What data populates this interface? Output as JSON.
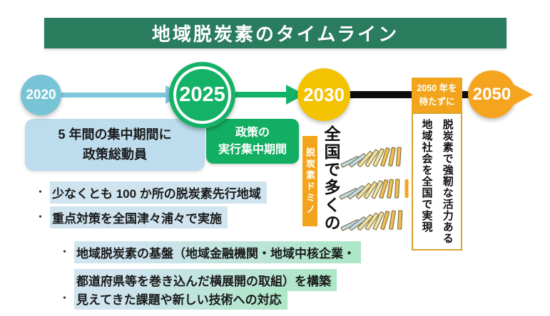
{
  "header": {
    "title": "地域脱炭素のタイムライン"
  },
  "timeline": {
    "years": [
      "2020",
      "2025",
      "2030",
      "2050"
    ],
    "skip_label_line1": "2050 年を",
    "skip_label_line2": "待たずに"
  },
  "period_boxes": {
    "blue_line1": "5 年間の集中期間に",
    "blue_line2": "政策総動員",
    "green_line1": "政策の",
    "green_line2": "実行集中期間"
  },
  "domino_section": {
    "strip_label": "脱炭素ドミノ",
    "caption": "全国で多くの"
  },
  "goal_box": {
    "text": "脱炭素で強靭な活力ある地域社会を全国で実現"
  },
  "bullets": {
    "item1": "少なくとも 100 か所の脱炭素先行地域",
    "item2": "重点対策を全国津々浦々で実施",
    "item3_line1": "地域脱炭素の基盤（地域金融機関・地域中核企業・",
    "item3_line2": "都道府県等を巻き込んだ横展開の取組）を構築",
    "item4": "見えてきた課題や新しい技術への対応"
  },
  "colors": {
    "header_green": "#2a7c5e",
    "circle_2020_blue": "#76c4d6",
    "circle_2025_green": "#14b266",
    "circle_2030_yellow": "#f3c200",
    "circle_2050_orange": "#f5a41f",
    "timeline_black": "#0d0d0d",
    "box_blue": "#bddced",
    "box_green": "#12af63",
    "strip_orange": "#f2a51c",
    "skip_tag_orange": "#f2a51c",
    "goal_border_gold": "#d9a42a",
    "highlight_blue": "#cfe4ef",
    "highlight_green": "#aee6c8",
    "domino_blue": "#bcdcec",
    "domino_pale_yellow": "#f1e3a3",
    "domino_gold": "#eec052",
    "domino_orange": "#f5a41f"
  }
}
